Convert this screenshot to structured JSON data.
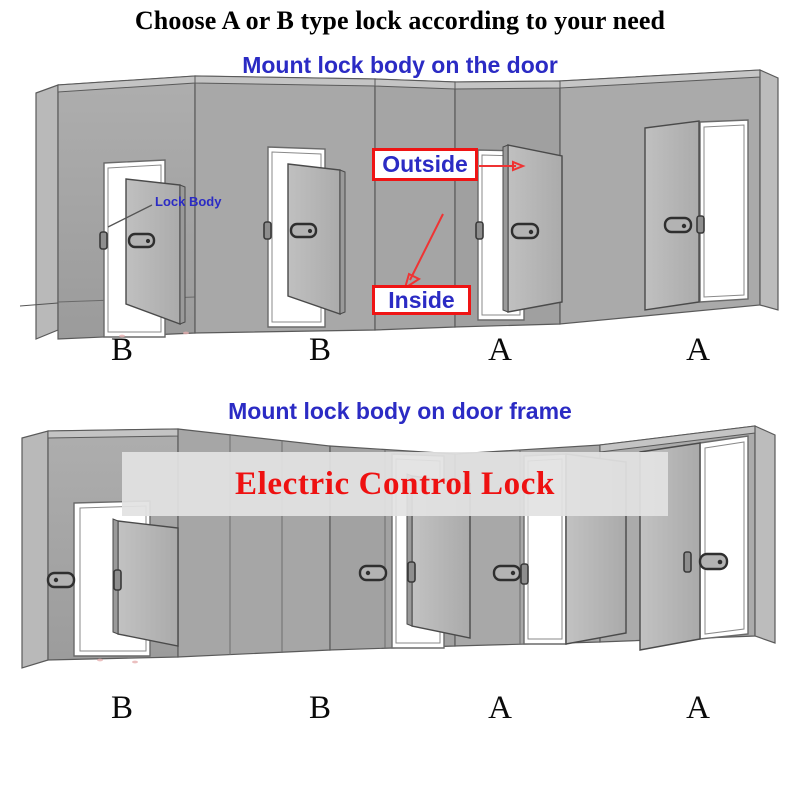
{
  "page": {
    "title": "Choose A or B type lock according to your need",
    "background_color": "#ffffff"
  },
  "colors": {
    "title_text": "#000000",
    "heading_blue": "#2b2bc4",
    "callout_border_red": "#ef1414",
    "banner_text_red": "#ee1111",
    "banner_background": "#e2e2e2",
    "wall_gray": "#a3a3a3",
    "wall_shadow_gray": "#8d8d8d",
    "wall_light_gray": "#bdbdbd",
    "door_gray": "#b4b4b4",
    "opening_white": "#ffffff",
    "outline_dark": "#4a4a4a",
    "lock_body_dark": "#3a3a3a"
  },
  "diagrams": [
    {
      "id": "diagram-1",
      "heading": "Mount lock body on the door",
      "callouts": [
        {
          "id": "outside",
          "label": "Outside"
        },
        {
          "id": "inside",
          "label": "Inside"
        }
      ],
      "annotation": {
        "label": "Lock Body"
      },
      "door_types": [
        "B",
        "B",
        "A",
        "A"
      ],
      "lock_mount": "door"
    },
    {
      "id": "diagram-2",
      "heading": "Mount lock body on door frame",
      "banner": {
        "text": "Electric Control Lock"
      },
      "door_types": [
        "B",
        "B",
        "A",
        "A"
      ],
      "lock_mount": "door-frame"
    }
  ]
}
